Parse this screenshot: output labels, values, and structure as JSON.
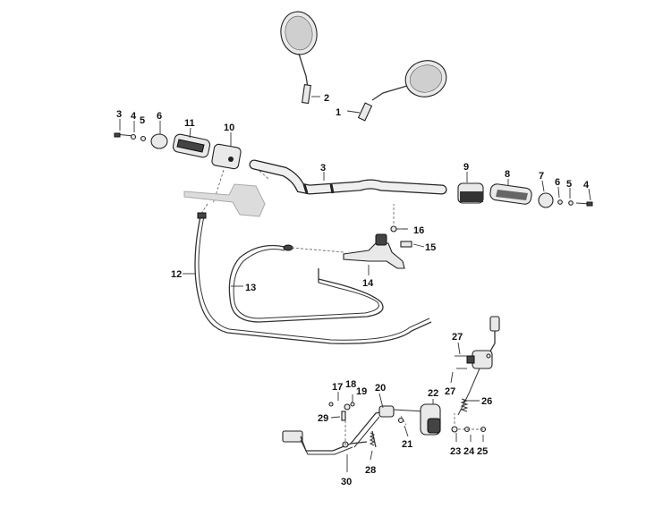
{
  "callouts": [
    "1",
    "2",
    "3",
    "3",
    "4",
    "4",
    "5",
    "5",
    "6",
    "6",
    "7",
    "8",
    "9",
    "10",
    "11",
    "12",
    "13",
    "14",
    "15",
    "16",
    "17",
    "18",
    "19",
    "20",
    "21",
    "22",
    "23",
    "24",
    "25",
    "26",
    "27",
    "27",
    "28",
    "29",
    "30"
  ]
}
